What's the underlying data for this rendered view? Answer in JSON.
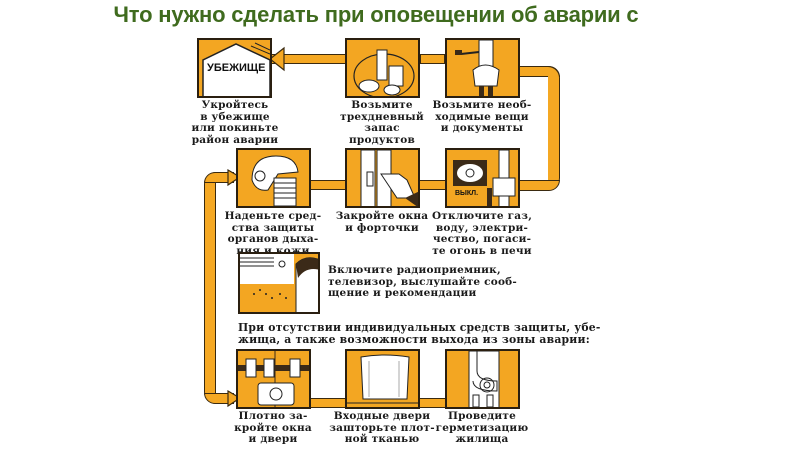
{
  "title": "Что нужно сделать при оповещении об аварии с",
  "colors": {
    "title": "#3f6b1e",
    "accent_orange": "#f3a622",
    "outline": "#2a1f10"
  },
  "steps": [
    {
      "id": "shelter",
      "icon": "shelter-house-icon",
      "label_in_box": "УБЕЖИЩЕ",
      "caption": "Укройтесь\nв убежище\nили покиньте\nрайон аварии"
    },
    {
      "id": "food",
      "icon": "food-supply-bag-icon",
      "caption": "Возьмите\nтрехдневный\nзапас\nпродуктов"
    },
    {
      "id": "documents",
      "icon": "person-with-bag-icon",
      "caption": "Возьмите необ-\nходимые вещи\nи документы"
    },
    {
      "id": "protection",
      "icon": "gas-mask-icon",
      "caption": "Наденьте сред-\nства защиты\nорганов дыха-\nния и кожи"
    },
    {
      "id": "windows",
      "icon": "window-handle-icon",
      "caption": "Закройте окна\nи форточки"
    },
    {
      "id": "utilities",
      "icon": "switch-off-icon",
      "label_in_box": "ВЫКЛ.",
      "caption": "Отключите газ,\nводу, электри-\nчество, погаси-\nте огонь в печи"
    },
    {
      "id": "radio",
      "icon": "radio-listener-icon",
      "caption": "Включите радиоприемник,\nтелевизор, выслушайте сооб-\nщение и рекомендации"
    },
    {
      "id": "seal-windows",
      "icon": "window-latch-icon",
      "caption": "Плотно за-\nкройте окна\nи двери"
    },
    {
      "id": "curtain-doors",
      "icon": "curtain-door-icon",
      "caption": "Входные двери\nзашторьте плот-\nной тканью"
    },
    {
      "id": "hermetic",
      "icon": "sealing-tape-icon",
      "caption": "Проведите\nгерметизацию\nжилища"
    }
  ],
  "condition_note": "При отсутствии индивидуальных средств защиты, убе-\nжища, а также возможности выхода из зоны аварии:"
}
